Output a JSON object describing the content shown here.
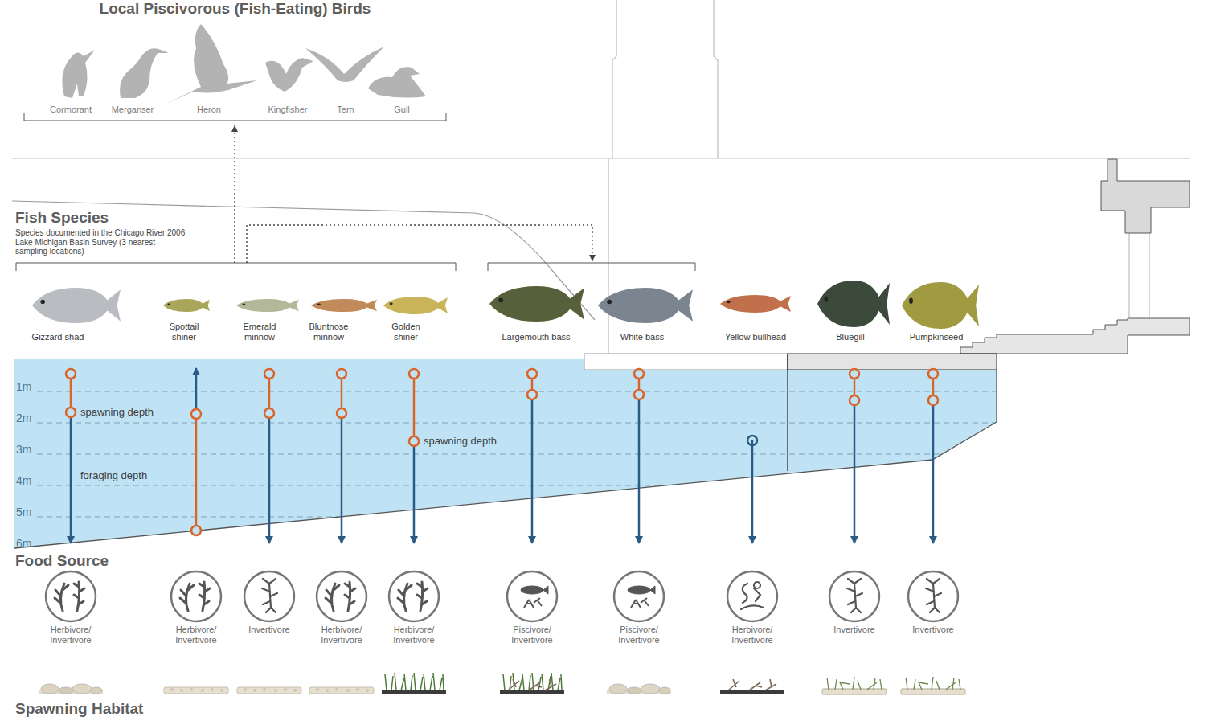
{
  "diagram": {
    "nodes": [
      {
        "text": [
          "Local Piscivorous (Fish-Eating) Birds",
          "Cormorant",
          "Merganser",
          "Heron",
          "Kingfisher",
          "Tern",
          "Gull"
        ]
      },
      {
        "text": [
          "Gizzard shad",
          "Spottail shiner",
          "Emerald minnow",
          "Bluntnose minnow",
          "Golden shiner"
        ]
      },
      {
        "text": [
          "Largemouth bass",
          "White bass"
        ]
      }
    ],
    "edges": [
      {
        "from": 1,
        "to": 0,
        "arrow": "to"
      },
      {
        "from": 1,
        "to": 2,
        "arrow": "to"
      }
    ],
    "labels": [
      "Fish Species",
      "Species documented in the Chicago River 2006 Lake Michigan Basin Survey (3 nearest sampling locations)",
      "Yellow bullhead",
      "Bluegill",
      "Pumpkinseed",
      "1m",
      "2m",
      "3m",
      "4m",
      "5m",
      "6m",
      "spawning depth",
      "foraging depth",
      "spawning depth",
      "Food Source",
      "Herbivore/ Invertivore",
      "Herbivore/ Invertivore",
      "Invertivore",
      "Herbivore/ Invertivore",
      "Herbivore/ Invertivore",
      "Piscivore/ Invertivore",
      "Piscivore/ Invertivore",
      "Herbivore/ Invertivore",
      "Invertivore",
      "Invertivore",
      "Spawning Habitat"
    ]
  }
}
